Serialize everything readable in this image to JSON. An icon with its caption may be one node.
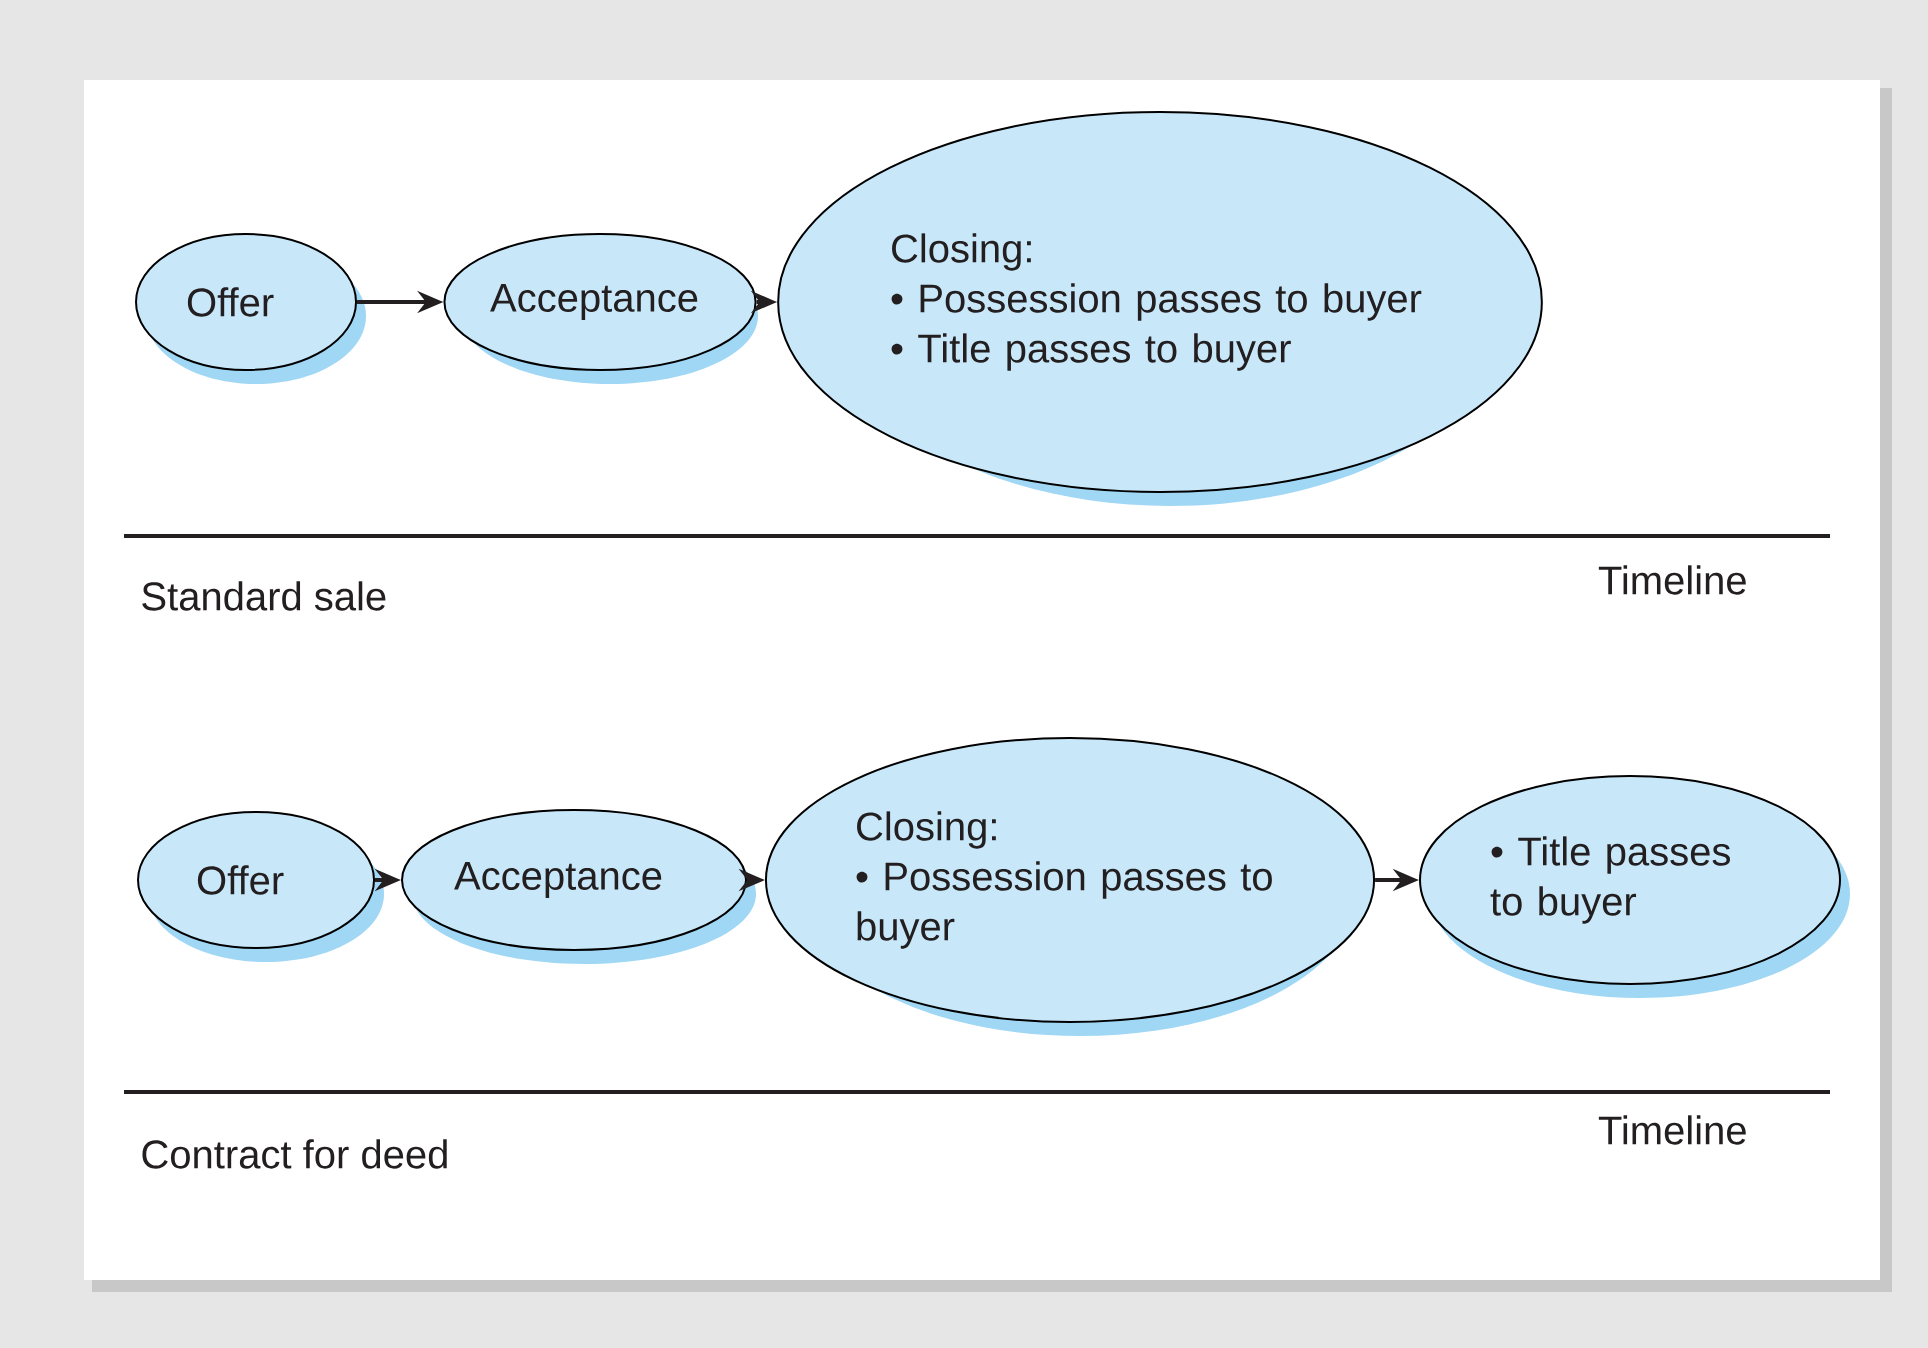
{
  "diagram": {
    "nodes": [
      {
        "text": [
          "Offer"
        ]
      },
      {
        "text": [
          "Acceptance"
        ]
      },
      {
        "text": [
          "Closing:",
          "• Possession passes to buyer",
          "• Title passes to buyer"
        ]
      },
      {
        "text": [
          "Offer"
        ]
      },
      {
        "text": [
          "Acceptance"
        ]
      },
      {
        "text": [
          "Closing:",
          "• Possession passes to buyer"
        ]
      },
      {
        "text": [
          "• Title passes to buyer"
        ]
      }
    ],
    "edges": [
      {
        "from": 0,
        "to": 1,
        "arrow": "to"
      },
      {
        "from": 1,
        "to": 2,
        "arrow": "to"
      },
      {
        "from": 3,
        "to": 4,
        "arrow": "to"
      },
      {
        "from": 4,
        "to": 5,
        "arrow": "to"
      },
      {
        "from": 5,
        "to": 6,
        "arrow": "to"
      }
    ],
    "labels": [
      "Timeline",
      "Standard sale",
      "Timeline",
      "Contract for deed"
    ]
  }
}
